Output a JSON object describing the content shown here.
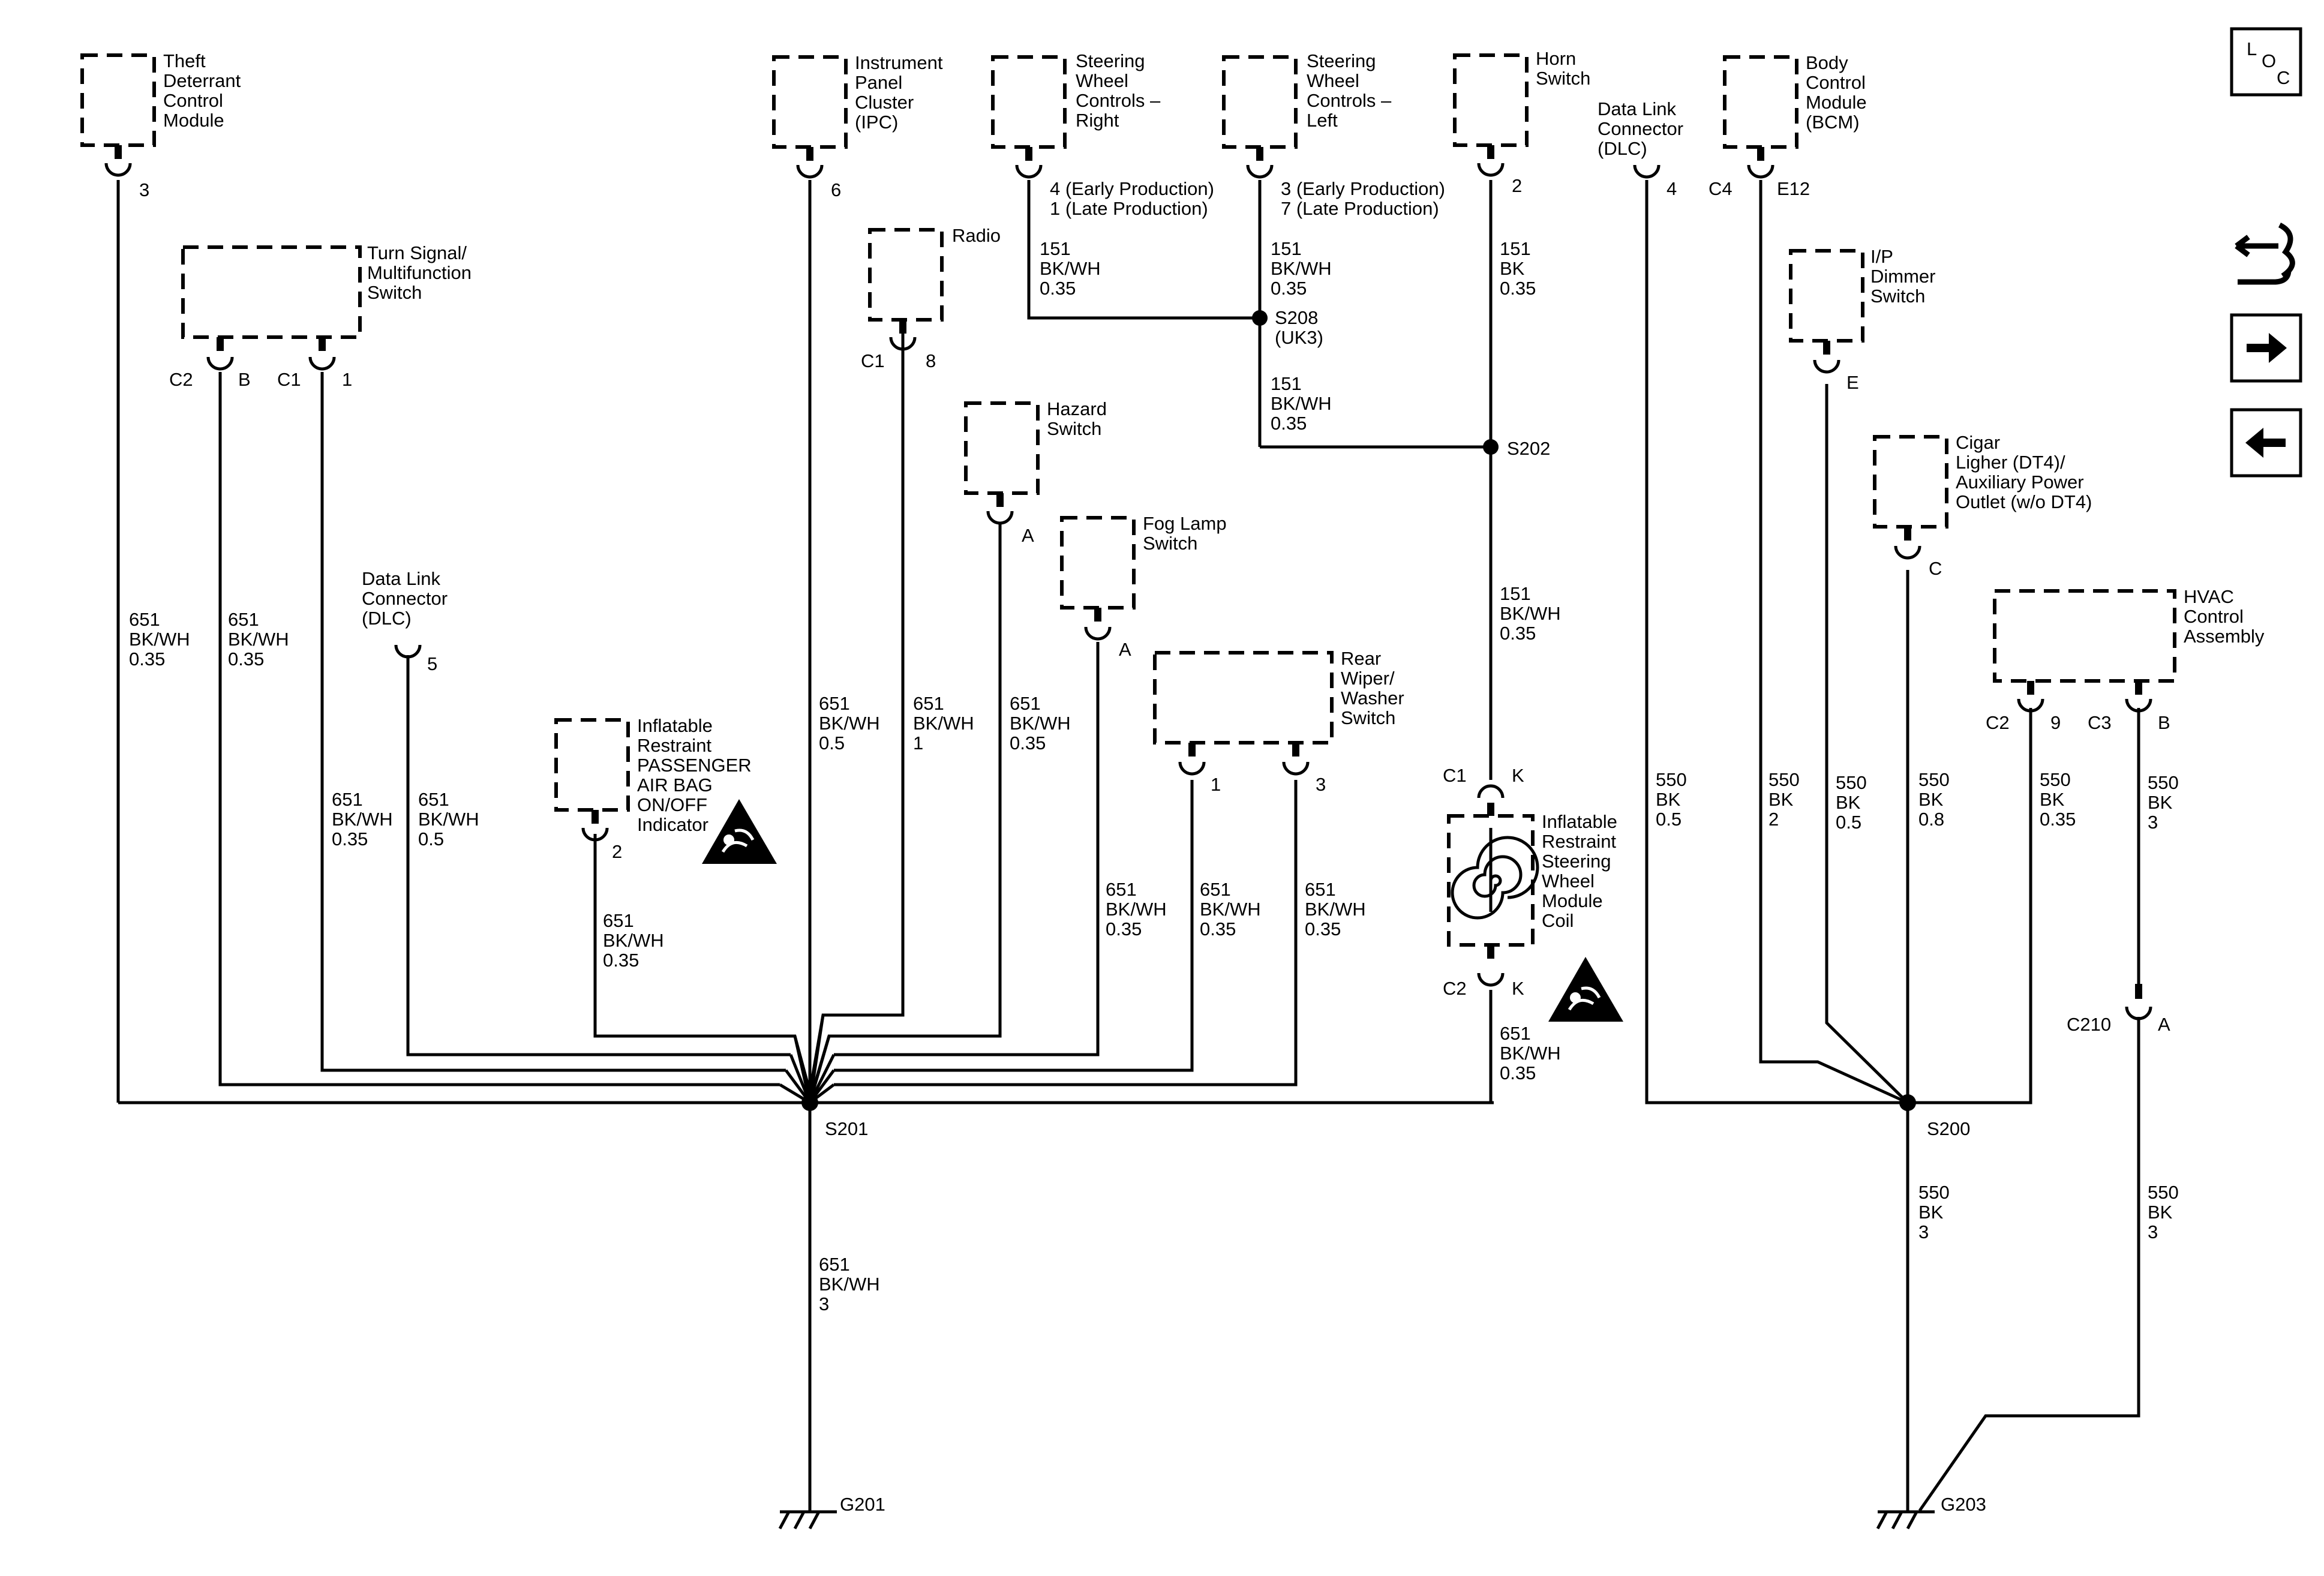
{
  "components": {
    "theft": [
      "Theft",
      "Deterrant",
      "Control",
      "Module"
    ],
    "turn": [
      "Turn Signal/",
      "Multifunction",
      "Switch"
    ],
    "dlc_left": [
      "Data Link",
      "Connector",
      "(DLC)"
    ],
    "airbag_ind": [
      "Inflatable",
      "Restraint",
      "PASSENGER",
      "AIR BAG",
      "ON/OFF",
      "Indicator"
    ],
    "ipc": [
      "Instrument",
      "Panel",
      "Cluster",
      "(IPC)"
    ],
    "radio": [
      "Radio"
    ],
    "hazard": [
      "Hazard",
      "Switch"
    ],
    "fog": [
      "Fog Lamp",
      "Switch"
    ],
    "rear_wiper": [
      "Rear",
      "Wiper/",
      "Washer",
      "Switch"
    ],
    "swc_right": [
      "Steering",
      "Wheel",
      "Controls –",
      "Right"
    ],
    "swc_left": [
      "Steering",
      "Wheel",
      "Controls –",
      "Left"
    ],
    "horn": [
      "Horn",
      "Switch"
    ],
    "coil": [
      "Inflatable",
      "Restraint",
      "Steering",
      "Wheel",
      "Module",
      "Coil"
    ],
    "dlc_right": [
      "Data Link",
      "Connector",
      "(DLC)"
    ],
    "bcm": [
      "Body",
      "Control",
      "Module",
      "(BCM)"
    ],
    "dimmer": [
      "I/P",
      "Dimmer",
      "Switch"
    ],
    "cigar": [
      "Cigar",
      "Ligher (DT4)/",
      "Auxiliary Power",
      "Outlet (w/o DT4)"
    ],
    "hvac": [
      "HVAC",
      "Control",
      "Assembly"
    ]
  },
  "pins": {
    "theft": "3",
    "turn_c2": "C2",
    "turn_b": "B",
    "turn_c1": "C1",
    "turn_1": "1",
    "dlc_left": "5",
    "airbag_ind": "2",
    "ipc": "6",
    "radio_c1": "C1",
    "radio_8": "8",
    "hazard": "A",
    "fog": "A",
    "rear_1": "1",
    "rear_3": "3",
    "horn": "2",
    "coil_c1": "C1",
    "coil_c1_k": "K",
    "coil_c2": "C2",
    "coil_c2_k": "K",
    "dlc_right": "4",
    "bcm_c4": "C4",
    "bcm_e12": "E12",
    "dimmer": "E",
    "cigar": "C",
    "hvac_c2": "C2",
    "hvac_9": "9",
    "hvac_c3": "C3",
    "hvac_b": "B",
    "c210": "C210",
    "c210_a": "A"
  },
  "production": {
    "right": [
      "4 (Early Production)",
      "1 (Late Production)"
    ],
    "left": [
      "3 (Early Production)",
      "7 (Late Production)"
    ]
  },
  "wires": {
    "w_theft": [
      "651",
      "BK/WH",
      "0.35"
    ],
    "w_turn_b": [
      "651",
      "BK/WH",
      "0.35"
    ],
    "w_turn_1": [
      "651",
      "BK/WH",
      "0.35"
    ],
    "w_dlc_left": [
      "651",
      "BK/WH",
      "0.5"
    ],
    "w_airbag": [
      "651",
      "BK/WH",
      "0.35"
    ],
    "w_ipc": [
      "651",
      "BK/WH",
      "0.5"
    ],
    "w_radio": [
      "651",
      "BK/WH",
      "1"
    ],
    "w_hazard": [
      "651",
      "BK/WH",
      "0.35"
    ],
    "w_fog": [
      "651",
      "BK/WH",
      "0.35"
    ],
    "w_rear1": [
      "651",
      "BK/WH",
      "0.35"
    ],
    "w_rear3": [
      "651",
      "BK/WH",
      "0.35"
    ],
    "w_swc_right": [
      "151",
      "BK/WH",
      "0.35"
    ],
    "w_swc_left": [
      "151",
      "BK/WH",
      "0.35"
    ],
    "w_horn": [
      "151",
      "BK",
      "0.35"
    ],
    "w_s208": [
      "151",
      "BK/WH",
      "0.35"
    ],
    "w_s202": [
      "151",
      "BK/WH",
      "0.35"
    ],
    "w_coil": [
      "651",
      "BK/WH",
      "0.35"
    ],
    "w_ground1": [
      "651",
      "BK/WH",
      "3"
    ],
    "w_dlc_right": [
      "550",
      "BK",
      "0.5"
    ],
    "w_bcm": [
      "550",
      "BK",
      "2"
    ],
    "w_dimmer": [
      "550",
      "BK",
      "0.5"
    ],
    "w_cigar": [
      "550",
      "BK",
      "0.8"
    ],
    "w_hvac9": [
      "550",
      "BK",
      "0.35"
    ],
    "w_hvacb": [
      "550",
      "BK",
      "3"
    ],
    "w_ground2": [
      "550",
      "BK",
      "3"
    ],
    "w_c210": [
      "550",
      "BK",
      "3"
    ]
  },
  "splices": {
    "s201": "S201",
    "s202": "S202",
    "s208": [
      "S208",
      "(UK3)"
    ],
    "s200": "S200"
  },
  "grounds": {
    "g201": "G201",
    "g203": "G203"
  },
  "nav": {
    "loc_l": "L",
    "loc_o": "O",
    "loc_c": "C"
  }
}
